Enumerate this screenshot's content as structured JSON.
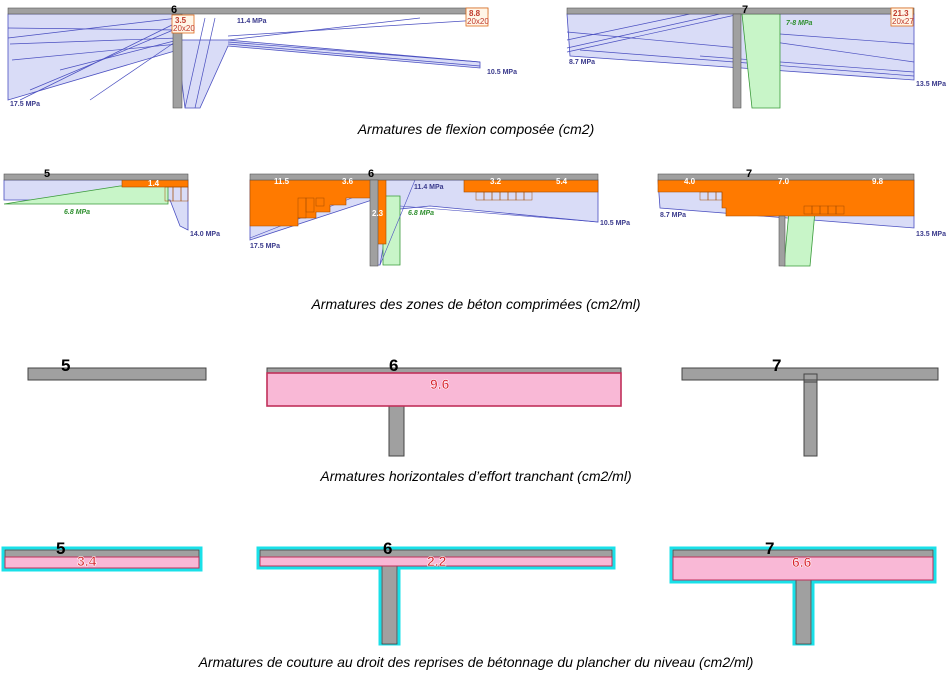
{
  "captions": {
    "flexion": "Armatures de flexion composée (cm2)",
    "zones": "Armatures des zones de béton comprimées (cm2/ml)",
    "horizontal": "Armatures horizontales d’effort tranchant (cm2/ml)",
    "couture": "Armatures de couture au droit des reprises de bétonnage du plancher du niveau (cm2/ml)"
  },
  "row1": {
    "left": {
      "node": "6",
      "box1_value": "3.5",
      "box1_section": "20x20",
      "box2_value": "8.8",
      "box2_section": "20x20",
      "stress_top": "11.4 MPa",
      "stress_left": "17.5 MPa",
      "stress_right": "10.5 MPa"
    },
    "right": {
      "node": "7",
      "stress_green": "7-8 MPa",
      "box_value": "21.3",
      "box_section": "20x27",
      "stress_left": "8.7 MPa",
      "stress_right": "13.5 MPa"
    }
  },
  "row2": {
    "left": {
      "node": "5",
      "value": "1.4",
      "stress_green": "6.8 MPa",
      "stress_right": "14.0 MPa"
    },
    "middle": {
      "node": "6",
      "v1": "11.5",
      "v2": "3.6",
      "v3": "2.3",
      "v4": "3.2",
      "v5": "5.4",
      "stress_top": "11.4 MPa",
      "stress_green": "6.8 MPa",
      "stress_left": "17.5 MPa",
      "stress_right": "10.5 MPa"
    },
    "right": {
      "node": "7",
      "v1": "4.0",
      "v2": "7.0",
      "v3": "9.8",
      "stress_left": "8.7 MPa",
      "stress_right": "13.5 MPa"
    }
  },
  "row3": {
    "left": {
      "node": "5"
    },
    "middle": {
      "node": "6",
      "value": "9.6"
    },
    "right": {
      "node": "7"
    }
  },
  "row4": {
    "left": {
      "node": "5",
      "value": "3.4"
    },
    "middle": {
      "node": "6",
      "value": "2.2"
    },
    "right": {
      "node": "7",
      "value": "6.6"
    }
  },
  "colors": {
    "slab": "#a0a0a0",
    "stress_fill": "#d9dcf7",
    "stress_line": "#4a4fc0",
    "green_fill": "#c8f5c8",
    "orange": "#ff7a00",
    "pink": "#f9b8d6",
    "pink_border": "#c0305a",
    "cyan": "#19e0e8"
  }
}
